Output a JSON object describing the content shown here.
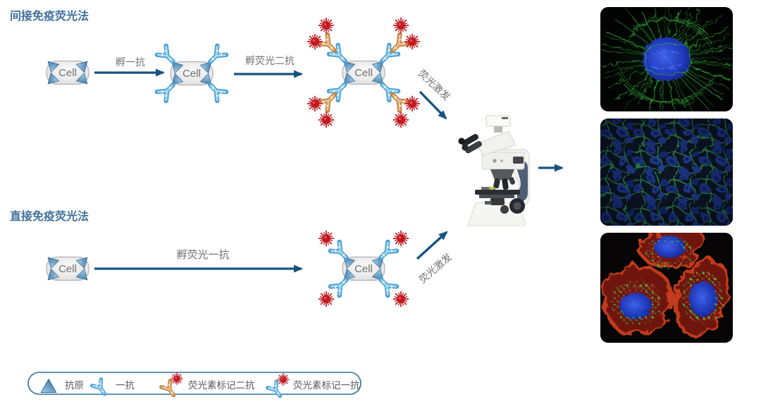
{
  "page": {
    "description": "Immunofluorescence staining methods diagram (indirect vs direct) leading to a fluorescence microscope and three example micrographs"
  },
  "sections": {
    "indirect": {
      "title": "间接免疫荧光法",
      "steps": [
        "孵一抗",
        "孵荧光二抗",
        "荧光激发"
      ]
    },
    "direct": {
      "title": "直接免疫荧光法",
      "steps": [
        "孵荧光一抗",
        "荧光激发"
      ]
    }
  },
  "cell_label": "Cell",
  "legend": {
    "items": [
      {
        "icon": "antigen-triangle-icon",
        "label": "抗原"
      },
      {
        "icon": "primary-antibody-icon",
        "label": "一抗"
      },
      {
        "icon": "fluorophore-labeled-secondary-antibody-icon",
        "label": "荧光素标记二抗"
      },
      {
        "icon": "fluorophore-labeled-primary-antibody-icon",
        "label": "荧光素标记一抗"
      }
    ]
  },
  "micrographs": [
    {
      "name": "green-filament-cell",
      "description": "single cell, green cytoskeletal filaments radiating around a blue nucleus on black background"
    },
    {
      "name": "cell-monolayer",
      "description": "dense monolayer of blue nuclei outlined by green membranes"
    },
    {
      "name": "red-membrane-cells",
      "description": "three cells with red membranes, green speckles and blue nuclei"
    }
  ],
  "colors": {
    "arrow": "#175380",
    "section_title": "#41719c",
    "step_label": "#6f6f6f",
    "legend_border": "#2f6ea5",
    "antibody_primary": "#4e9fd2",
    "antibody_secondary": "#c08045",
    "fluorophore_red": "#c11a20",
    "antigen_blue": "#2a6294"
  }
}
